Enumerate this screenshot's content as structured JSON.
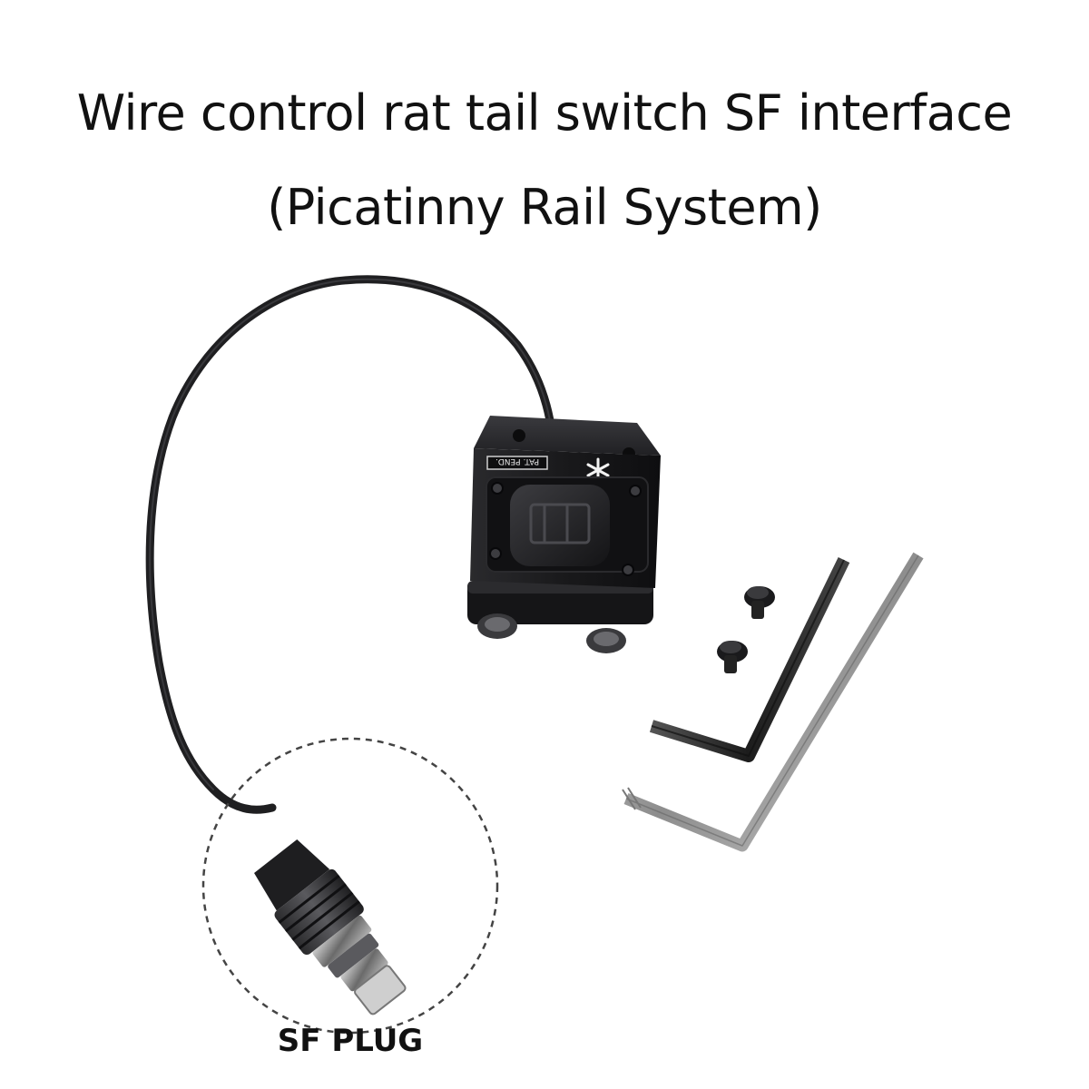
{
  "header": {
    "line1": "Wire control rat tail switch SF interface",
    "line2": "(Picatinny Rail System)"
  },
  "plug": {
    "caption": "SF PLUG"
  },
  "switch": {
    "marking": "PAT. PEND."
  },
  "colors": {
    "background": "#ffffff",
    "text": "#111111",
    "anodized_black": "#1a1a1c",
    "steel": "#9a9a9a"
  }
}
